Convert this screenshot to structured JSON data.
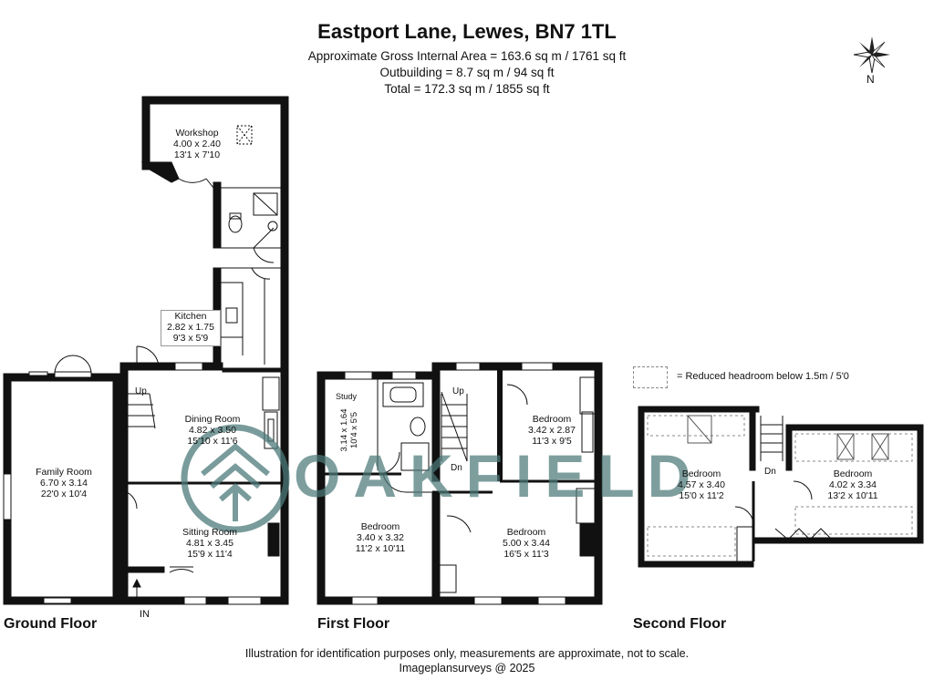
{
  "header": {
    "title": "Eastport Lane, Lewes, BN7 1TL",
    "gia": "Approximate Gross Internal Area = 163.6 sq m / 1761 sq ft",
    "outbuilding": "Outbuilding = 8.7 sq m / 94 sq ft",
    "total": "Total = 172.3 sq m / 1855 sq ft"
  },
  "compass": {
    "label": "N"
  },
  "legend": {
    "text": "= Reduced headroom below 1.5m / 5'0"
  },
  "watermark": {
    "text": "OAKFIELD"
  },
  "floors": {
    "ground": {
      "label": "Ground Floor",
      "entrance": "IN",
      "stair": "Up",
      "rooms": {
        "workshop": {
          "name": "Workshop",
          "metric": "4.00 x 2.40",
          "imperial": "13'1 x 7'10"
        },
        "kitchen": {
          "name": "Kitchen",
          "metric": "2.82 x 1.75",
          "imperial": "9'3 x 5'9"
        },
        "dining": {
          "name": "Dining Room",
          "metric": "4.82 x 3.50",
          "imperial": "15'10 x 11'6"
        },
        "family": {
          "name": "Family Room",
          "metric": "6.70 x 3.14",
          "imperial": "22'0 x 10'4"
        },
        "sitting": {
          "name": "Sitting Room",
          "metric": "4.81 x 3.45",
          "imperial": "15'9 x 11'4"
        }
      }
    },
    "first": {
      "label": "First Floor",
      "stair_up": "Up",
      "stair_dn": "Dn",
      "rooms": {
        "study": {
          "name": "Study",
          "metric": "3.14 x 1.64",
          "imperial": "10'4 x 5'5"
        },
        "bed_ne": {
          "name": "Bedroom",
          "metric": "3.42 x 2.87",
          "imperial": "11'3 x 9'5"
        },
        "bed_sw": {
          "name": "Bedroom",
          "metric": "3.40 x 3.32",
          "imperial": "11'2 x 10'11"
        },
        "bed_se": {
          "name": "Bedroom",
          "metric": "5.00 x 3.44",
          "imperial": "16'5 x 11'3"
        }
      }
    },
    "second": {
      "label": "Second Floor",
      "stair_dn": "Dn",
      "rooms": {
        "bed_w": {
          "name": "Bedroom",
          "metric": "4.57 x 3.40",
          "imperial": "15'0 x 11'2"
        },
        "bed_e": {
          "name": "Bedroom",
          "metric": "4.02 x 3.34",
          "imperial": "13'2 x 10'11"
        }
      }
    }
  },
  "footer": {
    "disclaimer": "Illustration for identification purposes only, measurements are approximate, not to scale.",
    "credit": "Imageplansurveys @ 2025"
  }
}
